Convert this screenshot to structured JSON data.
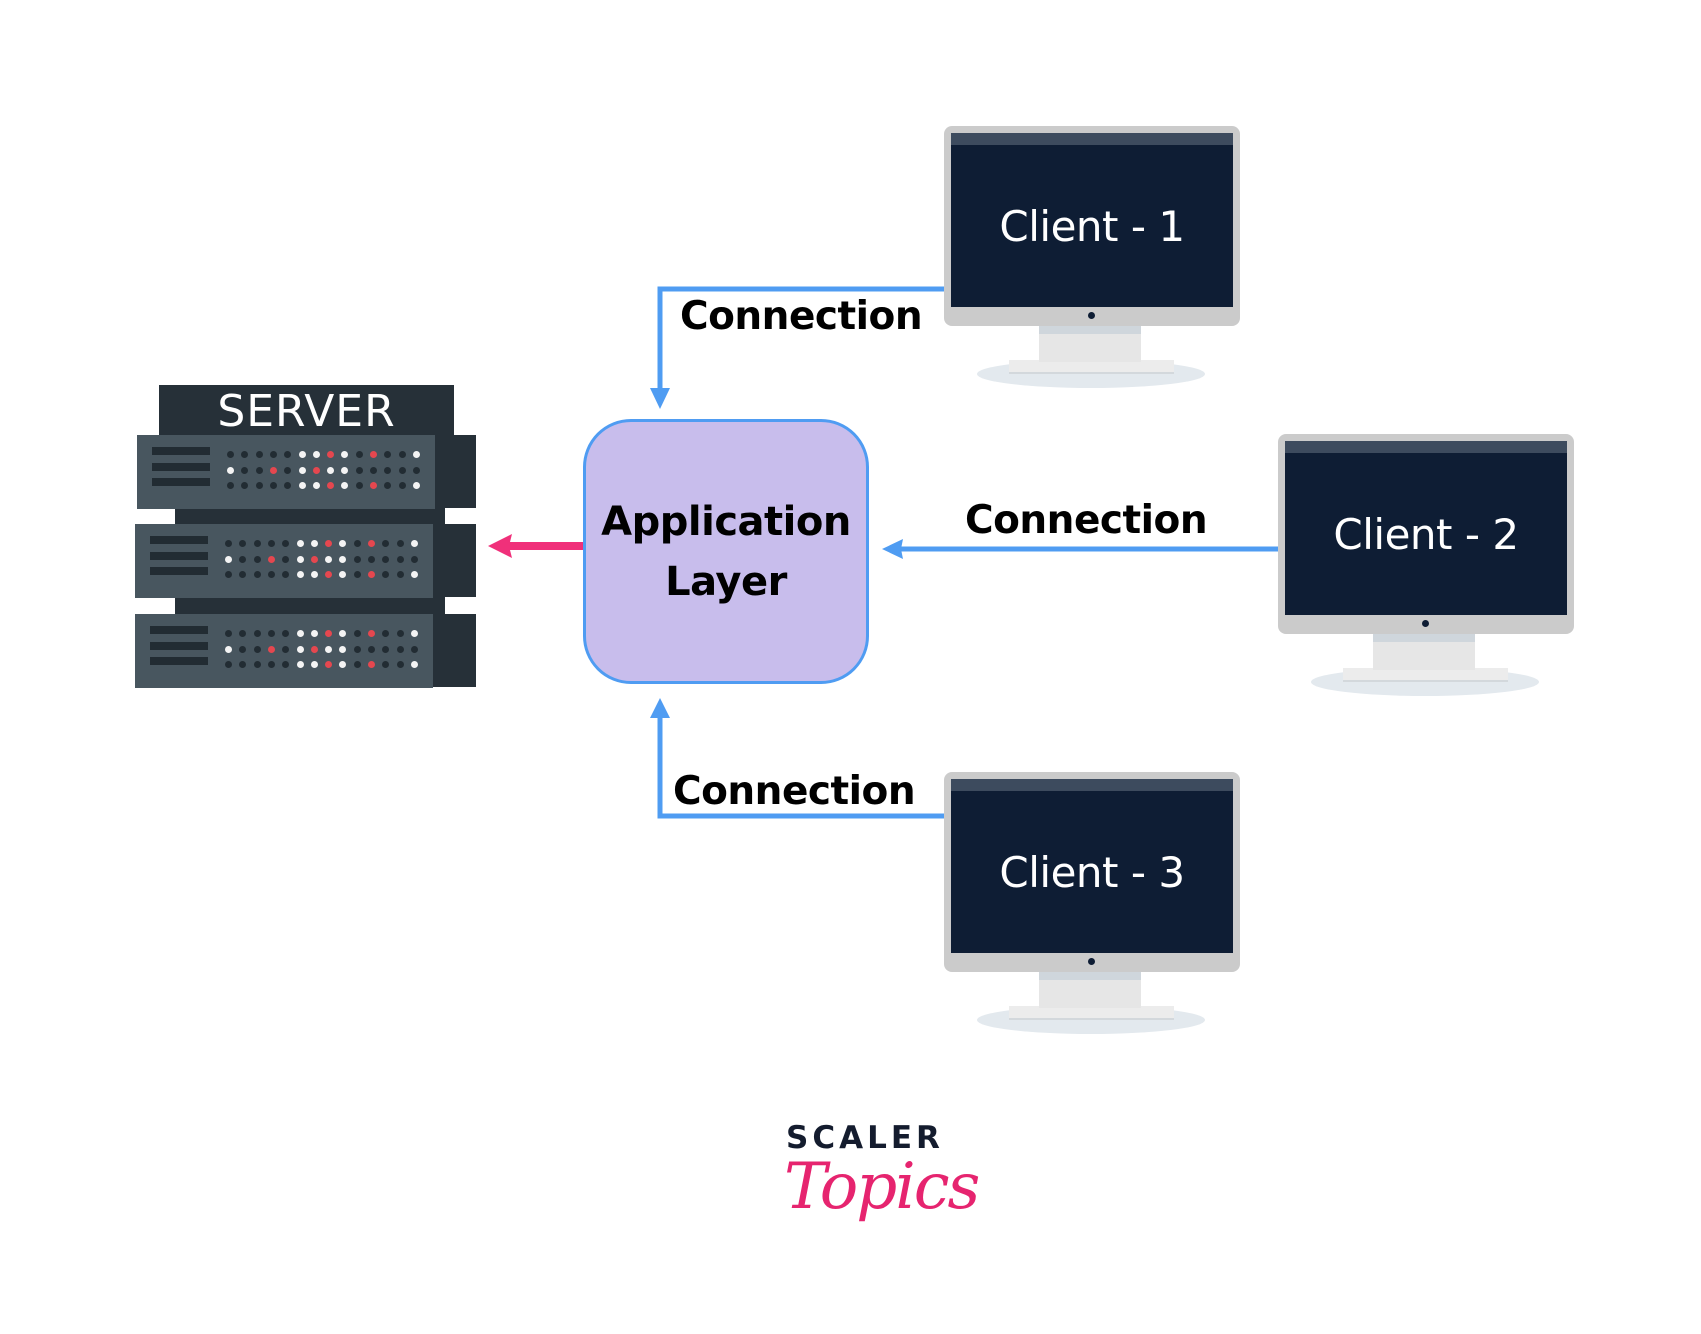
{
  "diagram": {
    "server": {
      "label": "SERVER",
      "units": 3,
      "dot_rows": [
        [
          "d",
          "d",
          "d",
          "d",
          "d",
          "w",
          "w",
          "r",
          "w",
          "d",
          "r",
          "d",
          "d",
          "w"
        ],
        [
          "w",
          "d",
          "d",
          "r",
          "d",
          "w",
          "r",
          "w",
          "w",
          "d",
          "d",
          "d",
          "d",
          "d"
        ],
        [
          "d",
          "d",
          "d",
          "d",
          "d",
          "w",
          "w",
          "r",
          "w",
          "d",
          "r",
          "d",
          "d",
          "w"
        ]
      ]
    },
    "app_layer": {
      "line1": "Application",
      "line2": "Layer"
    },
    "clients": [
      {
        "label": "Client - 1"
      },
      {
        "label": "Client - 2"
      },
      {
        "label": "Client - 3"
      }
    ],
    "connections": [
      {
        "label": "Connection",
        "from": "Client - 1",
        "to": "Application Layer"
      },
      {
        "label": "Connection",
        "from": "Client - 2",
        "to": "Application Layer"
      },
      {
        "label": "Connection",
        "from": "Client - 3",
        "to": "Application Layer"
      }
    ],
    "server_link": {
      "from": "Application Layer",
      "to": "Server"
    }
  },
  "colors": {
    "connector": "#4f9cf2",
    "server_arrow": "#f0307a",
    "app_fill": "#c8bdec",
    "screen": "#0e1d34",
    "dot_dark": "#222c33",
    "dot_white": "#f4f4f4",
    "dot_red": "#e5474f"
  },
  "logo": {
    "brand": "SCALER",
    "sub": "Topics"
  }
}
